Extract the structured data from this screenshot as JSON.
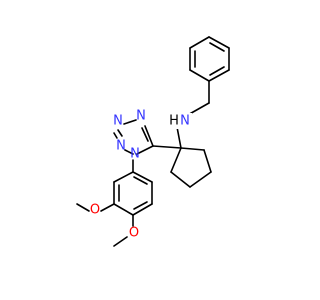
{
  "molecule": {
    "colors": {
      "bond": "#000000",
      "carbon": "#000000",
      "nitrogen": "#3333ff",
      "oxygen": "#ff0000",
      "background": "#ffffff"
    },
    "labels": {
      "amine_n": "N",
      "amine_h": "H",
      "tetrazole_n1": "N",
      "tetrazole_n2": "N",
      "tetrazole_n3": "N",
      "tetrazole_n4": "N",
      "methoxy_o1": "O",
      "methoxy_o2": "O"
    }
  }
}
